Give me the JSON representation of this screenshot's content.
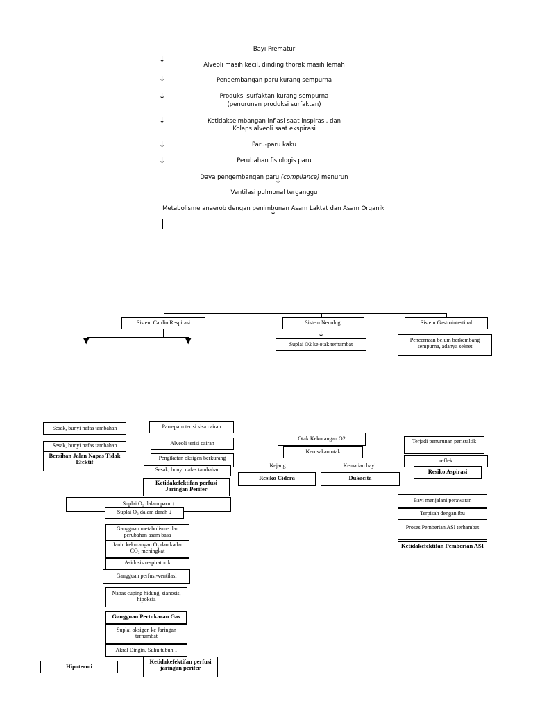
{
  "top": {
    "title": "Bayi Prematur",
    "s1": "Alveoli masih kecil, dinding thorak masih lemah",
    "s2": "Pengembangan paru kurang sempurna",
    "s3a": "Produksi surfaktan kurang sempurna",
    "s3b": "(penurunan produksi surfaktan)",
    "s4a": "Ketidakseimbangan inflasi saat inspirasi, dan",
    "s4b": "Kolaps alveoli saat ekspirasi",
    "s5": "Paru-paru kaku",
    "s6": "Perubahan fisiologis paru",
    "s7a": "Daya pengembangan paru",
    "s7b": "(compliance)",
    "s7c": "menurun",
    "s8": "Ventilasi pulmonal terganggu",
    "s9": "Metabolisme anaerob dengan penimbunan Asam Laktat dan Asam Organik"
  },
  "systems": {
    "cardio": "Sistem Cardio Respirasi",
    "neuro": "Sistem Neuologi",
    "gastro": "Sistem Gastrointestinal",
    "neuro_sub": "Suplai O2 ke otak terhambat",
    "gastro_sub": "Pencernaan belum berkembang sempurna, adanya sekret"
  },
  "left": {
    "a1": "Sesak, bunyi nafas tambahan",
    "a2": "Sesak, bunyi nafas tambahan",
    "a3": "Bersihan Jalan Napas Tidak Efektif"
  },
  "mid": {
    "m1": "Paru-paru terisi sisa cairan",
    "m2": "Alveoli terisi cairan",
    "m3": "Pengikatan oksigen berkurang",
    "m4": "Sesak, bunyi nafas tambahan",
    "m5": "Ketidakefektifan perfusi Jaringan Perifer",
    "m6": "Suplai O₂ dalam paru ↓",
    "m7": "Suplai O₂ dalam darah ↓",
    "m8": "Gangguan metabolisme dan perubahan asam basa",
    "m9": "Janin kekurangan O₂ dan kadar CO₂ meningkat",
    "m10": "Asidosis respiratorik",
    "m11": "Gangguan perfusi-ventilasi",
    "m12": "Napas cuping hidung, sianosis, hipoksia",
    "m13": "Gangguan Pertukaran Gas",
    "m14": "Suplai oksigen ke Jaringan terhambat",
    "m15": "Akral Dingin, Suhu tubuh ↓",
    "m16": "Hipotermi",
    "m17": "Ketidakefektifan perfusi jaringan perifer"
  },
  "neuro": {
    "n1": "Otak Kekurangan O2",
    "n2": "Kerusakan otak",
    "n3": "Kejang",
    "n4": "Kematian bayi",
    "n5": "Resiko Cidera",
    "n6": "Dukacita"
  },
  "gastro": {
    "g1": "Terjadi penurunan peristaltik",
    "g2": "reflek",
    "g3": "Resiko Aspirasi",
    "g4": "Bayi menjalani perawatan",
    "g5": "Terpisah dengan ibu",
    "g6": "Proses Pemberian ASI terhambat",
    "g7": "Ketidakefektifan Pemberian ASI"
  }
}
